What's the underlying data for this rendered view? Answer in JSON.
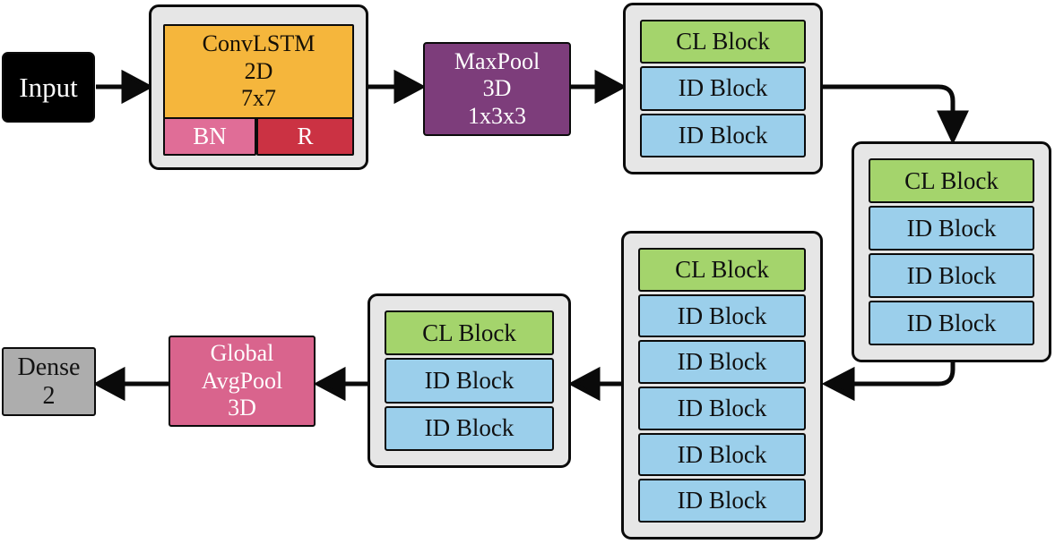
{
  "nodes": {
    "input": {
      "label": "Input"
    },
    "convlstm": {
      "line1": "ConvLSTM",
      "line2": "2D",
      "line3": "7x7",
      "bn_label": "BN",
      "relu_label": "R"
    },
    "maxpool": {
      "line1": "MaxPool",
      "line2": "3D",
      "line3": "1x3x3"
    },
    "stage1": {
      "blocks": [
        "CL Block",
        "ID Block",
        "ID Block"
      ]
    },
    "stage2": {
      "blocks": [
        "CL Block",
        "ID Block",
        "ID Block",
        "ID Block"
      ]
    },
    "stage3": {
      "blocks": [
        "CL Block",
        "ID Block",
        "ID Block",
        "ID Block",
        "ID Block",
        "ID Block"
      ]
    },
    "stage4": {
      "blocks": [
        "CL Block",
        "ID Block",
        "ID Block"
      ]
    },
    "avgpool": {
      "line1": "Global",
      "line2": "AvgPool",
      "line3": "3D"
    },
    "dense": {
      "line1": "Dense",
      "line2": "2"
    }
  },
  "colors": {
    "input_bg": "#000000",
    "container_bg": "#e6e6e6",
    "convlstm_bg": "#f5b63c",
    "bn_bg": "#e06d97",
    "relu_bg": "#cb3243",
    "maxpool_bg": "#7d3d7b",
    "cl_block_bg": "#a4d46c",
    "id_block_bg": "#9bcfeb",
    "avgpool_bg": "#d9648d",
    "dense_bg": "#adadad",
    "arrow": "#0a0a0a",
    "border": "#0b0b0b"
  }
}
